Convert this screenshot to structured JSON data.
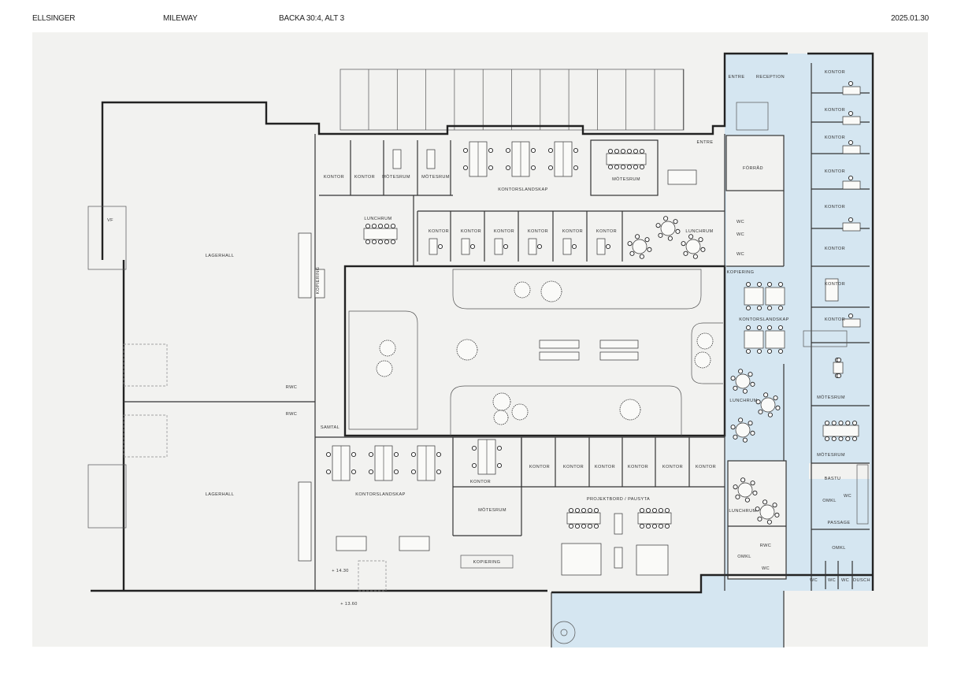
{
  "header": {
    "client": "ELLSINGER",
    "owner": "MILEWAY",
    "project": "BACKA 30:4, ALT 3",
    "date": "2025.01.30"
  },
  "plan": {
    "rooms": [
      "VF",
      "LAGERHALL",
      "LAGERHALL",
      "KOPIERING",
      "RWC",
      "RWC",
      "SAMTAL",
      "KONTOR",
      "KONTOR",
      "MÖTESRUM",
      "MÖTESRUM",
      "KONTORSLANDSKAP",
      "MÖTESRUM",
      "ENTRE",
      "LUNCHRUM",
      "KONTOR",
      "KONTOR",
      "KONTOR",
      "KONTOR",
      "KONTOR",
      "KONTOR",
      "LUNCHRUM",
      "FÖRRÅD",
      "WC",
      "WC",
      "WC",
      "KOPIERING",
      "ENTRE",
      "RECEPTION",
      "KONTOR",
      "KONTOR",
      "KONTOR",
      "KONTOR",
      "KONTOR",
      "KONTOR",
      "KONTOR",
      "KONTOR",
      "KONTORSLANDSKAP",
      "LUNCHRUM",
      "MÖTESRUM",
      "MÖTESRUM",
      "BASTU",
      "OMKL",
      "WC",
      "PASSAGE",
      "OMKL",
      "WC",
      "WC",
      "WC",
      "DUSCH",
      "LUNCHRUM",
      "RWC",
      "OMKL",
      "WC",
      "KONTORSLANDSKAP",
      "KONTOR",
      "KONTOR",
      "KONTOR",
      "KONTOR",
      "KONTOR",
      "KONTOR",
      "KONTOR",
      "PROJEKTBORD / PAUSYTA",
      "MÖTESRUM",
      "KOPIERING"
    ],
    "levels": [
      "+ 14.30",
      "+ 13.60"
    ]
  },
  "colors": {
    "sheet": "#f2f2f0",
    "tenant_area": "#d5e6f1",
    "wall": "#222222"
  }
}
